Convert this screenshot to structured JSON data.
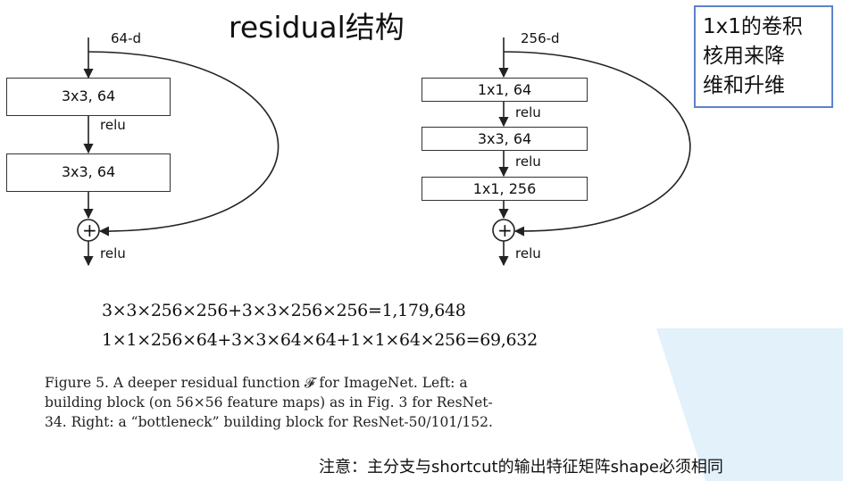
{
  "title": "residual结构",
  "callout": {
    "lines": [
      "1x1的卷积",
      "核用来降",
      "维和升维"
    ]
  },
  "left_block": {
    "input_dim": "64-d",
    "layers": [
      "3x3, 64",
      "3x3, 64"
    ],
    "activations": [
      "relu",
      "relu"
    ]
  },
  "right_block": {
    "input_dim": "256-d",
    "layers": [
      "1x1, 64",
      "3x3, 64",
      "1x1, 256"
    ],
    "activations": [
      "relu",
      "relu",
      "relu"
    ]
  },
  "plus_symbol": "+",
  "equations": [
    "3×3×256×256+3×3×256×256=1,179,648",
    "1×1×256×64+3×3×64×64+1×1×64×256=69,632"
  ],
  "caption": [
    "Figure 5. A deeper residual function 𝓕 for ImageNet.  Left: a",
    "building block (on 56×56 feature maps) as in Fig. 3 for ResNet-",
    "34. Right: a “bottleneck” building block for ResNet-50/101/152."
  ],
  "note": "注意：主分支与shortcut的输出特征矩阵shape必须相同",
  "colors": {
    "callout_border": "#5b83c9",
    "background_triangle": "#e3f1fb"
  }
}
